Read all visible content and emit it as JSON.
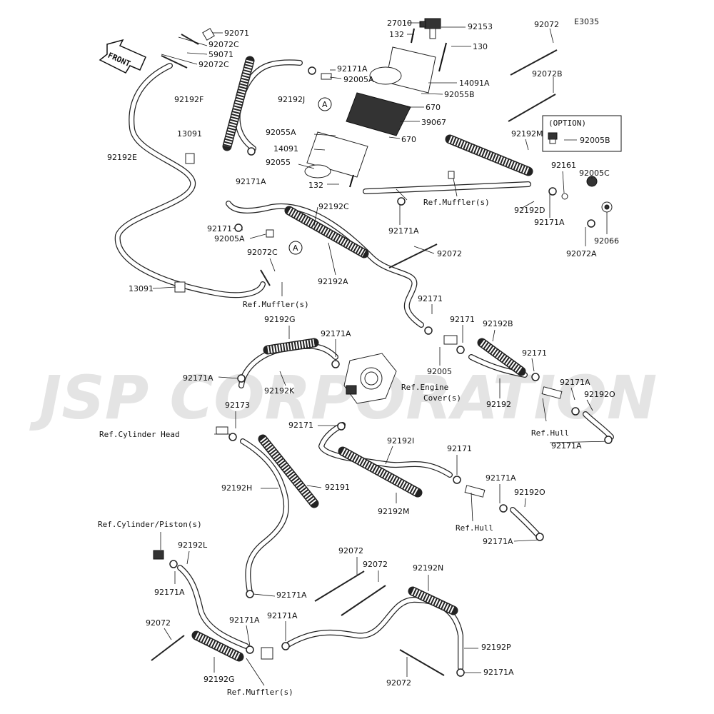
{
  "diagram": {
    "code": "E3035",
    "watermark": "JSP CORPORATION",
    "front_label": "FRONT",
    "option_label": "(OPTION)",
    "marker_a": "A",
    "labels": [
      "92071",
      "92072C",
      "59071",
      "92072C",
      "92192F",
      "92192J",
      "92192E",
      "13091",
      "92171A",
      "27010",
      "132",
      "92153",
      "130",
      "92171A",
      "92005A",
      "14091A",
      "92055B",
      "670",
      "39067",
      "670",
      "92055A",
      "14091",
      "92055",
      "132",
      "92072",
      "92072B",
      "92005B",
      "92192M",
      "92161",
      "92005C",
      "92192D",
      "92171A",
      "92066",
      "92072A",
      "92171A",
      "92192C",
      "92171",
      "92005A",
      "92072C",
      "92192A",
      "92072",
      "13091",
      "92171",
      "92171",
      "92192B",
      "92192G",
      "92171A",
      "92171",
      "92005",
      "92192K",
      "92171A",
      "92192",
      "92171A",
      "92192O",
      "92173",
      "92171A",
      "92171",
      "92192I",
      "92171",
      "92192H",
      "92191",
      "92192M",
      "92171A",
      "92192O",
      "92171A",
      "92192L",
      "92171A",
      "92072",
      "92072",
      "92192N",
      "92072",
      "92171A",
      "92171A",
      "92192P",
      "92192G",
      "92072",
      "92171A",
      "92171A"
    ],
    "refs": [
      "Ref.Muffler(s)",
      "Ref.Muffler(s)",
      "Ref.Engine",
      "Cover(s)",
      "Ref.Cylinder Head",
      "Ref.Hull",
      "Ref.Hull",
      "Ref.Cylinder/Piston(s)",
      "Ref.Muffler(s)"
    ]
  }
}
